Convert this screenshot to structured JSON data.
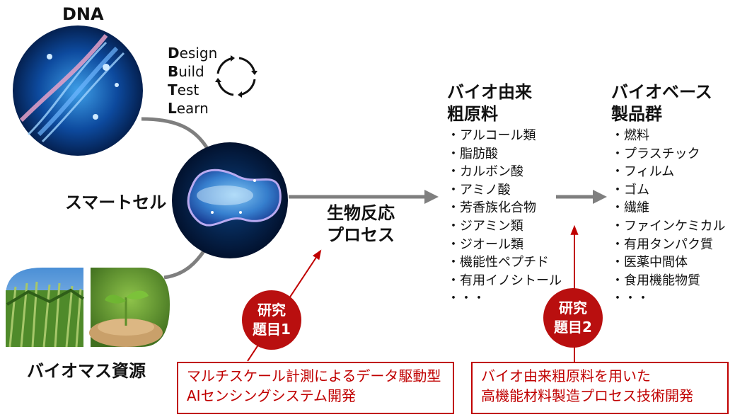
{
  "labels": {
    "dna": "DNA",
    "smart_cell": "スマートセル",
    "biomass": "バイオマス資源",
    "process_line1": "生物反応",
    "process_line2": "プロセス"
  },
  "dbtl": [
    {
      "initial": "D",
      "rest": "esign"
    },
    {
      "initial": "B",
      "rest": "uild"
    },
    {
      "initial": "T",
      "rest": "est"
    },
    {
      "initial": "L",
      "rest": "earn"
    }
  ],
  "raw_materials": {
    "title_line1": "バイオ由来",
    "title_line2": "粗原料",
    "items": [
      "・アルコール類",
      "・脂肪酸",
      "・カルボン酸",
      "・アミノ酸",
      "・芳香族化合物",
      "・ジアミン類",
      "・ジオール類",
      "・機能性ペプチド",
      "・有用イノシトール",
      "・・・"
    ]
  },
  "products": {
    "title_line1": "バイオベース",
    "title_line2": "製品群",
    "items": [
      "・燃料",
      "・プラスチック",
      "・フィルム",
      "・ゴム",
      "・繊維",
      "・ファインケミカル",
      "・有用タンパク質",
      "・医薬中間体",
      "・食用機能物質",
      "・・・"
    ]
  },
  "task1": {
    "badge_line1": "研究",
    "badge_line2": "題目1",
    "line1": "マルチスケール計測によるデータ駆動型",
    "line2": "AIセンシングシステム開発"
  },
  "task2": {
    "badge_line1": "研究",
    "badge_line2": "題目2",
    "line1": "バイオ由来粗原料を用いた",
    "line2": "高機能材料製造プロセス技術開発"
  },
  "colors": {
    "accent_red": "#c00000",
    "badge_red": "#b90f0f",
    "arrow_gray": "#7f7f7f"
  }
}
